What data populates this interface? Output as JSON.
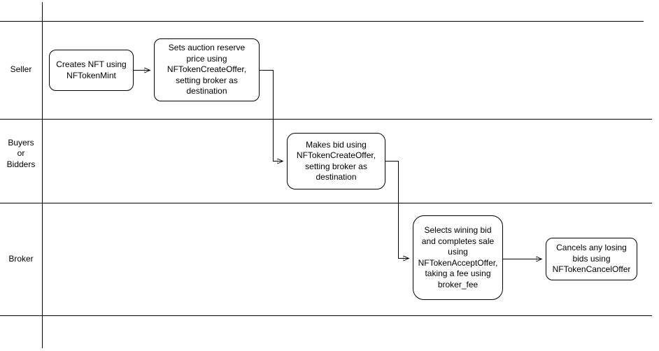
{
  "diagram": {
    "type": "swimlane-flowchart",
    "background_color": "#ffffff",
    "line_color": "#000000",
    "text_color": "#000000",
    "lanes": [
      {
        "label": "Seller"
      },
      {
        "label": "Buyers\nor\nBidders"
      },
      {
        "label": "Broker"
      }
    ],
    "nodes": [
      {
        "id": "creates-nft",
        "lane": "Seller",
        "text": "Creates NFT using\nNFTokenMint"
      },
      {
        "id": "sets-auction-reserve",
        "lane": "Seller",
        "text": "Sets auction reserve\nprice using\nNFTokenCreateOffer,\nsetting broker as\ndestination"
      },
      {
        "id": "makes-bid",
        "lane": "Buyers or Bidders",
        "text": "Makes bid using\nNFTokenCreateOffer,\nsetting broker as\ndestination"
      },
      {
        "id": "selects-winning-bid",
        "lane": "Broker",
        "text": "Selects wining bid\nand completes sale\nusing\nNFTokenAcceptOffer,\ntaking a fee using\nbroker_fee"
      },
      {
        "id": "cancels-losing-bids",
        "lane": "Broker",
        "text": "Cancels any losing\nbids using\nNFTokenCancelOffer"
      }
    ],
    "edges": [
      {
        "from": "creates-nft",
        "to": "sets-auction-reserve"
      },
      {
        "from": "sets-auction-reserve",
        "to": "makes-bid"
      },
      {
        "from": "makes-bid",
        "to": "selects-winning-bid"
      },
      {
        "from": "selects-winning-bid",
        "to": "cancels-losing-bids"
      }
    ]
  }
}
